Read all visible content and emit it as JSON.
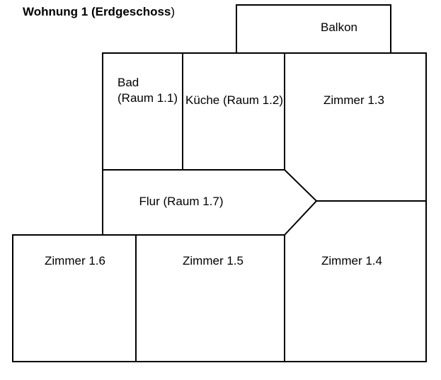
{
  "title": {
    "bold": "Wohnung 1 (Erdgeschoss",
    "regular": ")"
  },
  "rooms": {
    "balkon": {
      "label": "Balkon"
    },
    "bad": {
      "line1": "Bad",
      "line2": "(Raum 1.1)"
    },
    "kueche": {
      "label": "Küche (Raum 1.2)"
    },
    "zimmer13": {
      "label": "Zimmer 1.3"
    },
    "flur": {
      "label": "Flur (Raum 1.7)"
    },
    "zimmer16": {
      "label": "Zimmer 1.6"
    },
    "zimmer15": {
      "label": "Zimmer 1.5"
    },
    "zimmer14": {
      "label": "Zimmer 1.4"
    }
  },
  "colors": {
    "wall": "#000000",
    "background": "#ffffff",
    "text": "#000000"
  }
}
